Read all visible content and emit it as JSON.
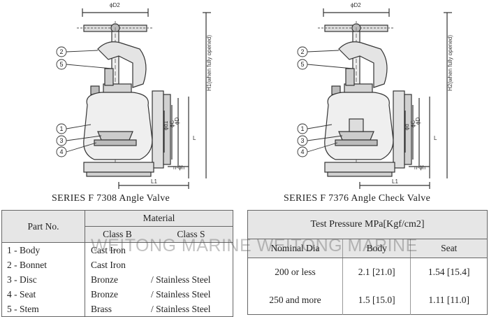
{
  "captions": {
    "left": "SERIES F 7308 Angle Valve",
    "right": "SERIES F 7376 Angle Check Valve"
  },
  "drawing_left": {
    "dim_top": "ϕD2",
    "dim_height": "H1(when fully opened)",
    "dim_l": "L",
    "dim_l1": "L1",
    "dim_hole": "n-ϕh",
    "dim_d": "ϕD",
    "dim_c": "ϕC",
    "dim_d1": "ϕd1",
    "callouts": [
      "2",
      "5",
      "1",
      "3",
      "4"
    ]
  },
  "drawing_right": {
    "dim_top": "ϕD2",
    "dim_height": "H2(when fully opened)",
    "dim_l": "L",
    "dim_l1": "L1",
    "dim_hole": "n-ϕh",
    "dim_d": "ϕD",
    "dim_c": "ϕC",
    "dim_d1": "ϕd",
    "callouts": [
      "2",
      "5",
      "1",
      "3",
      "4"
    ]
  },
  "parts_table": {
    "header_part": "Part No.",
    "header_material": "Material",
    "header_class_b": "Class B",
    "header_class_s": "Class S",
    "rows": [
      {
        "part": "1 - Body",
        "class_b": "Cast Iron",
        "class_s": ""
      },
      {
        "part": "2 - Bonnet",
        "class_b": "Cast Iron",
        "class_s": ""
      },
      {
        "part": "3 - Disc",
        "class_b": "Bronze",
        "class_s": "/ Stainless Steel"
      },
      {
        "part": "4 - Seat",
        "class_b": "Bronze",
        "class_s": "/ Stainless Steel"
      },
      {
        "part": "5 - Stem",
        "class_b": "Brass",
        "class_s": "/ Stainless Steel"
      }
    ]
  },
  "test_table": {
    "title": "Test Pressure MPa[Kgf/cm2]",
    "col_nominal": "Nominal Dia",
    "col_body": "Body",
    "col_seat": "Seat",
    "rows": [
      {
        "nominal": "200 or less",
        "body": "2.1 [21.0]",
        "seat": "1.54 [15.4]"
      },
      {
        "nominal": "250 and more",
        "body": "1.5 [15.0]",
        "seat": "1.11 [11.0]"
      }
    ]
  },
  "watermark": "WEITONG MARINE  WEITONG MARINE"
}
